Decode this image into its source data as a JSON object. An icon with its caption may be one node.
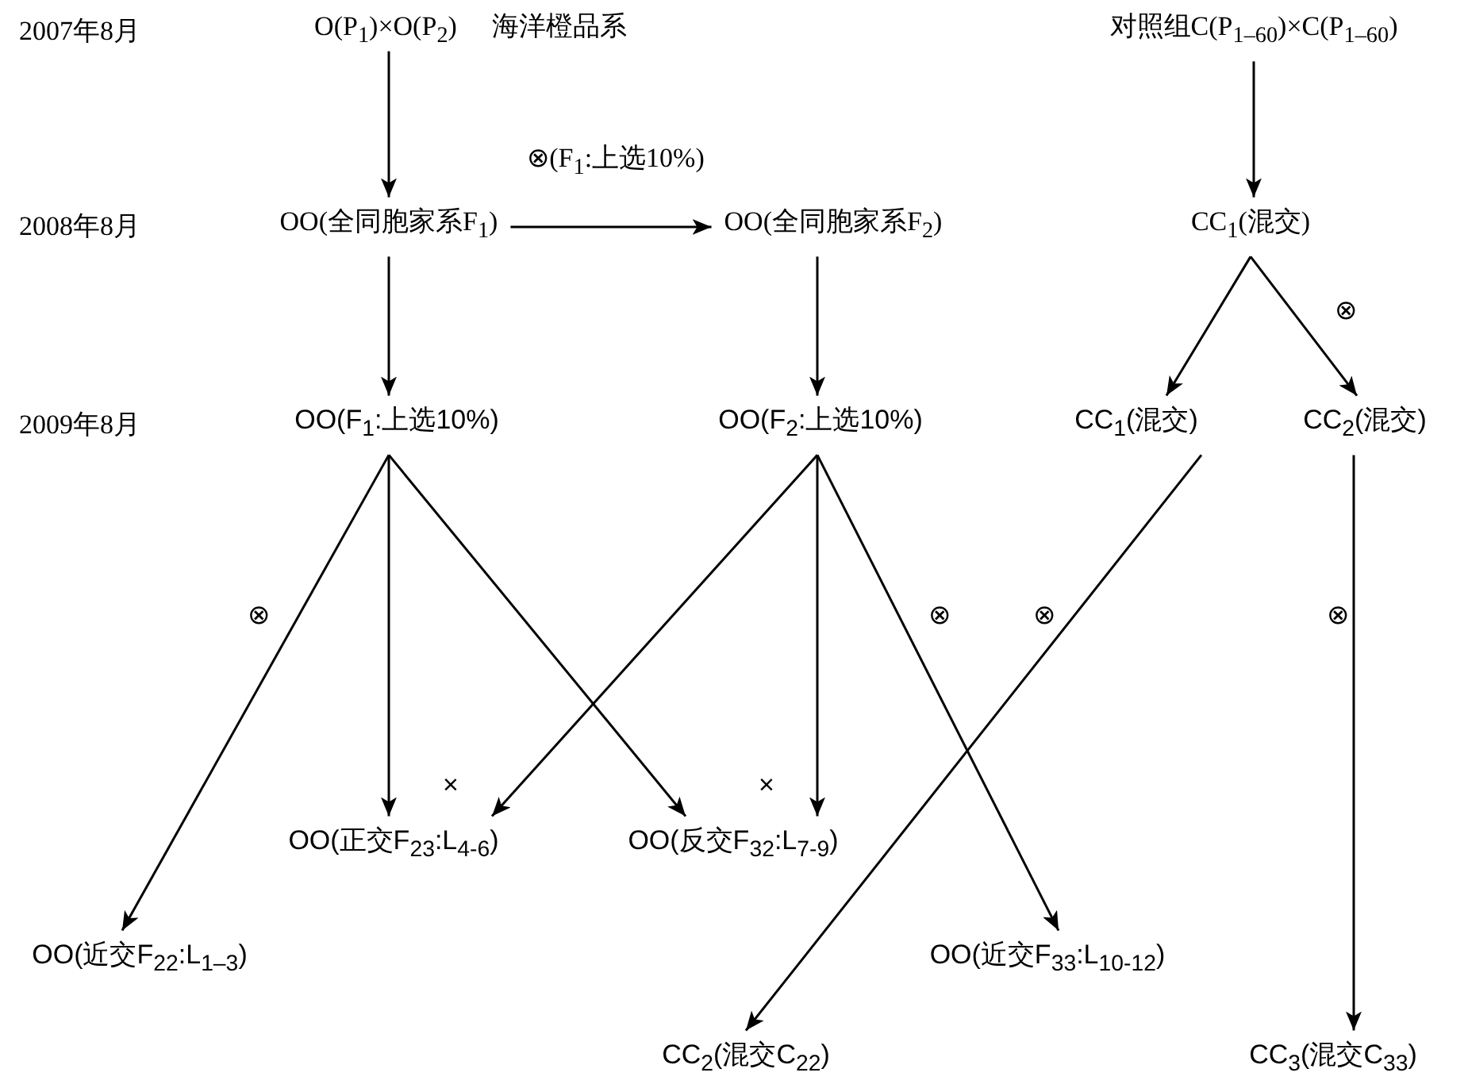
{
  "diagram": {
    "nodes": [
      {
        "text": [
          "O(P$_{1}$)×O(P$_{2}$)"
        ],
        "beside": [
          "海洋橙品系"
        ]
      },
      {
        "text": [
          "对照组C(P$_{1–60}$)×C(P$_{1–60}$)"
        ]
      },
      {
        "text": [
          "OO(全同胞家系F$_{1}$)"
        ]
      },
      {
        "text": [
          "OO(全同胞家系F$_{2}$)"
        ]
      },
      {
        "text": [
          "CC$_{1}$(混交)"
        ]
      },
      {
        "text": [
          "OO(F$_{1}$:上选10%)"
        ]
      },
      {
        "text": [
          "OO(F$_{2}$:上选10%)"
        ]
      },
      {
        "text": [
          "CC$_{1}$(混交)"
        ]
      },
      {
        "text": [
          "CC$_{2}$(混交)"
        ]
      },
      {
        "text": [
          "OO(正交F$_{23}$:L$_{4-6}$)"
        ]
      },
      {
        "text": [
          "OO(反交F$_{32}$:L$_{7-9}$)"
        ]
      },
      {
        "text": [
          "OO(近交F$_{22}$:L$_{1–3}$)"
        ]
      },
      {
        "text": [
          "OO(近交F$_{33}$:L$_{10-12}$)"
        ]
      },
      {
        "text": [
          "CC$_{2}$(混交C$_{22}$)"
        ]
      },
      {
        "text": [
          "CC$_{3}$(混交C$_{33}$)"
        ]
      }
    ],
    "edges": [
      {
        "from": 0,
        "to": 2,
        "arrow": "to"
      },
      {
        "from": 1,
        "to": 4,
        "arrow": "to"
      },
      {
        "from": 2,
        "to": 3,
        "arrow": "to",
        "label": "⊗(F$_{1}$:上选10%)"
      },
      {
        "from": 2,
        "to": 5,
        "arrow": "to"
      },
      {
        "from": 3,
        "to": 6,
        "arrow": "to"
      },
      {
        "from": 4,
        "to": 7,
        "arrow": "to"
      },
      {
        "from": 4,
        "to": 8,
        "arrow": "to",
        "label": "⊗"
      },
      {
        "from": 5,
        "to": 11,
        "arrow": "to",
        "label": "⊗"
      },
      {
        "from": 5,
        "to": 9,
        "arrow": "to"
      },
      {
        "from": 5,
        "to": 10,
        "arrow": "to"
      },
      {
        "from": 6,
        "to": 9,
        "arrow": "to"
      },
      {
        "from": 6,
        "to": 10,
        "arrow": "to"
      },
      {
        "from": 6,
        "to": 12,
        "arrow": "to",
        "label": "⊗"
      },
      {
        "from": 7,
        "to": 13,
        "arrow": "to",
        "label": "⊗"
      },
      {
        "from": 8,
        "to": 14,
        "arrow": "to",
        "label": "⊗"
      }
    ],
    "labels": [
      "2007年8月",
      "2008年8月",
      "2009年8月",
      "×",
      "×"
    ]
  }
}
